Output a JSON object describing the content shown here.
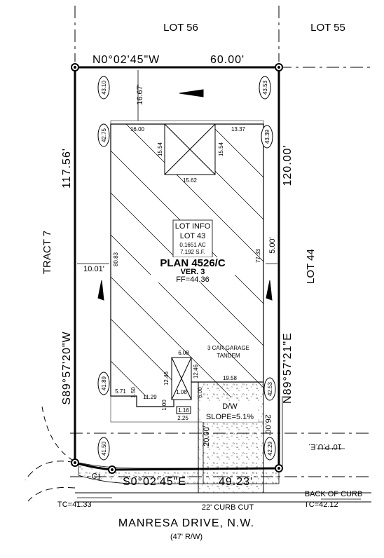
{
  "labels": {
    "lot56": "LOT 56",
    "lot55": "LOT 55",
    "lot44": "LOT 44",
    "tract7": "TRACT 7",
    "north_bearing": "N0°02'45\"W",
    "north_dist": "60.00'",
    "west_dist": "117.56'",
    "east_dist": "120.00'",
    "west_bearing": "S89°57'20\"W",
    "east_bearing": "N89°57'21\"E",
    "south_bearing": "S0°02'45\"E",
    "south_dist": "49.23'",
    "c1": "C1",
    "rear_setback": "16.67'",
    "side_setback_left": "10.01'",
    "side_setback_right": "5.00'",
    "driveway_len_a": "20.00'",
    "driveway_len_b": "26.00'",
    "pue": "10' P.U.E.",
    "back_of_curb": "BACK OF CURB",
    "tc_left": "TC=41.33",
    "tc_right": "TC=42.12",
    "curb_cut": "22' CURB CUT",
    "street_name": "MANRESA DRIVE, N.W.",
    "row_width": "(47' R/W)"
  },
  "elevations": {
    "nw": "43.10",
    "ne": "43.53",
    "w_upper": "42.75",
    "e_upper": "43.39",
    "w_lower": "41.89",
    "e_lower": "42.53",
    "sw": "41.50",
    "se": "42.29"
  },
  "lot_info": {
    "heading": "LOT INFO",
    "lot": "LOT 43",
    "acres": "0.1651 AC",
    "sqft": "7,192 S.F."
  },
  "plan": {
    "title": "PLAN 4526/C",
    "version": "VER. 3",
    "ff": "FF=44.36"
  },
  "house_dims": {
    "top_left": "16.00",
    "top_right": "13.37",
    "box_left": "15.54",
    "box_right": "15.54",
    "box_bottom": "15.62",
    "left_side": "80.83",
    "right_side": "77.33",
    "porch_top": "6.08",
    "porch_left": "12.46",
    "porch_right": "12.46",
    "porch_inner": "1.08",
    "garage_front": "19.58",
    "garage_depth": "6.00",
    "step_a": "5.71",
    "step_b": "1.50",
    "step_c": "11.29",
    "step_d": "1.00",
    "step_e": "1.16",
    "step_f": "2.25"
  },
  "garage": {
    "line1": "3 CAR GARAGE",
    "line2": "TANDEM"
  },
  "driveway": {
    "label": "D/W",
    "slope": "SLOPE=5.1%"
  }
}
